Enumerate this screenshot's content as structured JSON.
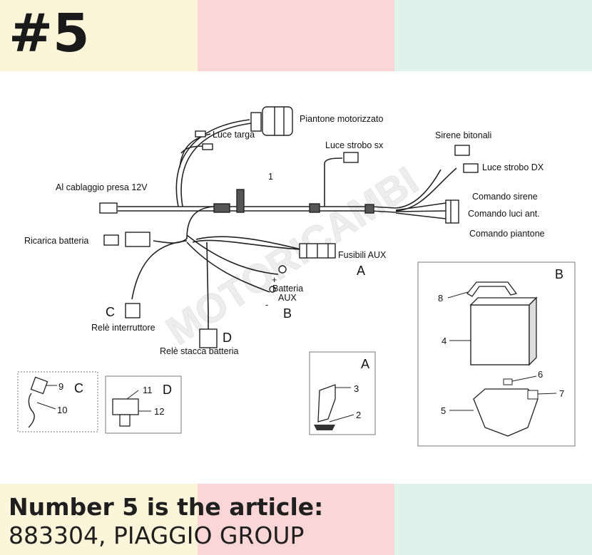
{
  "header": {
    "number": "#5"
  },
  "colors": {
    "band_left": "#fdf5d9",
    "band_middle": "#fad6d6",
    "band_right": "#e1f1ec",
    "line": "#222222"
  },
  "diagram": {
    "labels": {
      "piantone": "Piantone motorizzato",
      "luce_targa": "Luce targa",
      "luce_strobo_sx": "Luce strobo sx",
      "sirene_bitonali": "Sirene bitonali",
      "luce_strobo_dx": "Luce strobo DX",
      "cablaggio_12v": "Al cablaggio presa 12V",
      "num_1": "1",
      "comando_sirene": "Comando sirene",
      "comando_luci": "Comando luci ant.",
      "comando_piantone": "Comando piantone",
      "ricarica": "Ricarica batteria",
      "fusibili": "Fusibili AUX",
      "letter_a_main": "A",
      "plus": "+",
      "batteria": "Batteria",
      "aux": "AUX",
      "minus": "-",
      "letter_b_main": "B",
      "letter_c_main": "C",
      "rele_interruttore": "Relè interruttore",
      "letter_d_main": "D",
      "rele_stacca": "Relè stacca batteria"
    },
    "inset_c": {
      "letter": "C",
      "n9": "9",
      "n10": "10"
    },
    "inset_d": {
      "letter": "D",
      "n11": "11",
      "n12": "12"
    },
    "inset_a": {
      "letter": "A",
      "n3": "3",
      "n2": "2"
    },
    "inset_b": {
      "letter": "B",
      "n8": "8",
      "n4": "4",
      "n6": "6",
      "n7": "7",
      "n5": "5"
    },
    "watermark": "MOTORICAMBI"
  },
  "footer": {
    "heading": "Number 5 is the article:",
    "value": "883304, PIAGGIO GROUP"
  }
}
